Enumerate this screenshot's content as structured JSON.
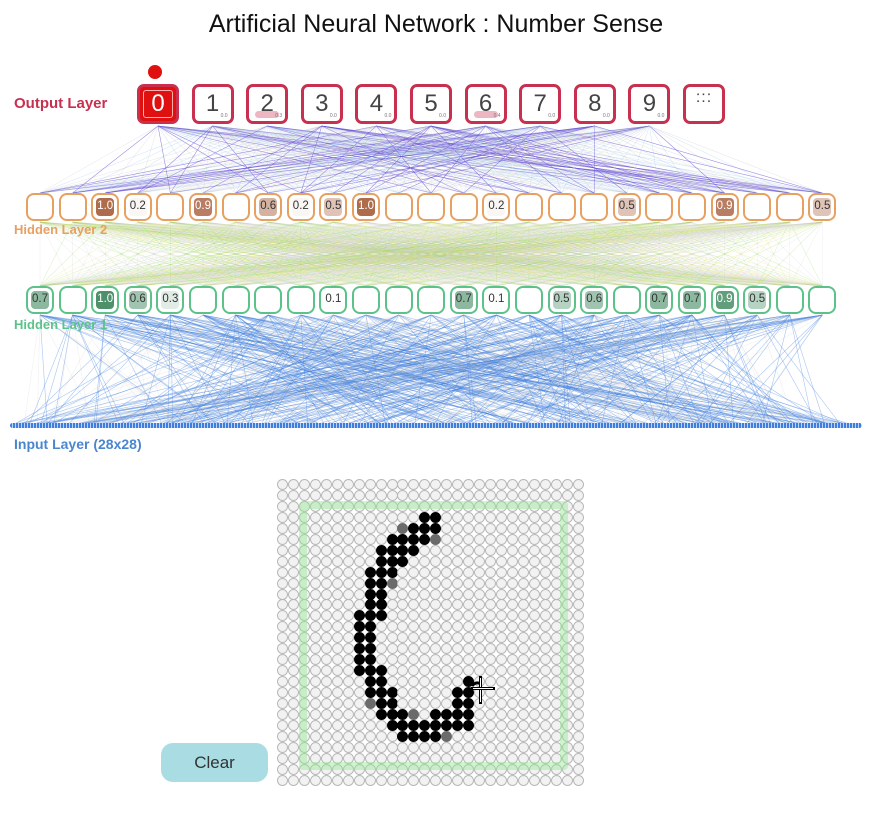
{
  "title": "Artificial Neural Network : Number Sense",
  "labels": {
    "output": "Output Layer",
    "hidden2": "Hidden Layer 2",
    "hidden1": "Hidden Layer 1",
    "input": "Input Layer (28x28)"
  },
  "output_nodes": [
    {
      "digit": "0",
      "value": null,
      "active": true
    },
    {
      "digit": "1",
      "value": "0.0"
    },
    {
      "digit": "2",
      "value": "0.3",
      "bar": true
    },
    {
      "digit": "3",
      "value": "0.0"
    },
    {
      "digit": "4",
      "value": "0.0"
    },
    {
      "digit": "5",
      "value": "0.0"
    },
    {
      "digit": "6",
      "value": "0.4",
      "bar": true
    },
    {
      "digit": "7",
      "value": "0.0"
    },
    {
      "digit": "8",
      "value": "0.0"
    },
    {
      "digit": "9",
      "value": "0.0"
    },
    {
      "digit": ":::",
      "value": null
    }
  ],
  "hidden2": [
    "",
    "",
    "1.0",
    "0.2",
    "",
    "0.9",
    "",
    "0.6",
    "0.2",
    "0.5",
    "1.0",
    "",
    "",
    "",
    "0.2",
    "",
    "",
    "",
    "0.5",
    "",
    "",
    "0.9",
    "",
    "",
    "0.5"
  ],
  "hidden1": [
    "0.7",
    "",
    "1.0",
    "0.6",
    "0.3",
    "",
    "",
    "",
    "",
    "0.1",
    "",
    "",
    "",
    "0.7",
    "0.1",
    "",
    "0.5",
    "0.6",
    "",
    "0.7",
    "0.7",
    "0.9",
    "0.5",
    "",
    ""
  ],
  "colors": {
    "output": "#c8304f",
    "hidden2": "#a0522d",
    "hidden1": "#2e7d50",
    "input": "#3d7ee0"
  },
  "drawing": {
    "size": 28,
    "strokes": [
      [
        3,
        13,
        "##"
      ],
      [
        4,
        11,
        "+###"
      ],
      [
        5,
        10,
        "####+"
      ],
      [
        6,
        9,
        "####"
      ],
      [
        7,
        9,
        "###"
      ],
      [
        8,
        8,
        "###"
      ],
      [
        9,
        8,
        "##+"
      ],
      [
        10,
        8,
        "##"
      ],
      [
        11,
        8,
        "##"
      ],
      [
        12,
        7,
        "###"
      ],
      [
        13,
        7,
        "##"
      ],
      [
        14,
        7,
        "##"
      ],
      [
        15,
        7,
        "##"
      ],
      [
        16,
        7,
        "##"
      ],
      [
        17,
        7,
        "###"
      ],
      [
        18,
        8,
        "##"
      ],
      [
        18,
        17,
        "#"
      ],
      [
        19,
        8,
        "###"
      ],
      [
        19,
        16,
        "##"
      ],
      [
        20,
        8,
        "+##"
      ],
      [
        20,
        16,
        "##"
      ],
      [
        21,
        9,
        "###+"
      ],
      [
        21,
        14,
        "####"
      ],
      [
        22,
        10,
        "########"
      ],
      [
        23,
        11,
        "####+"
      ]
    ]
  },
  "buttons": {
    "clear": "Clear"
  }
}
